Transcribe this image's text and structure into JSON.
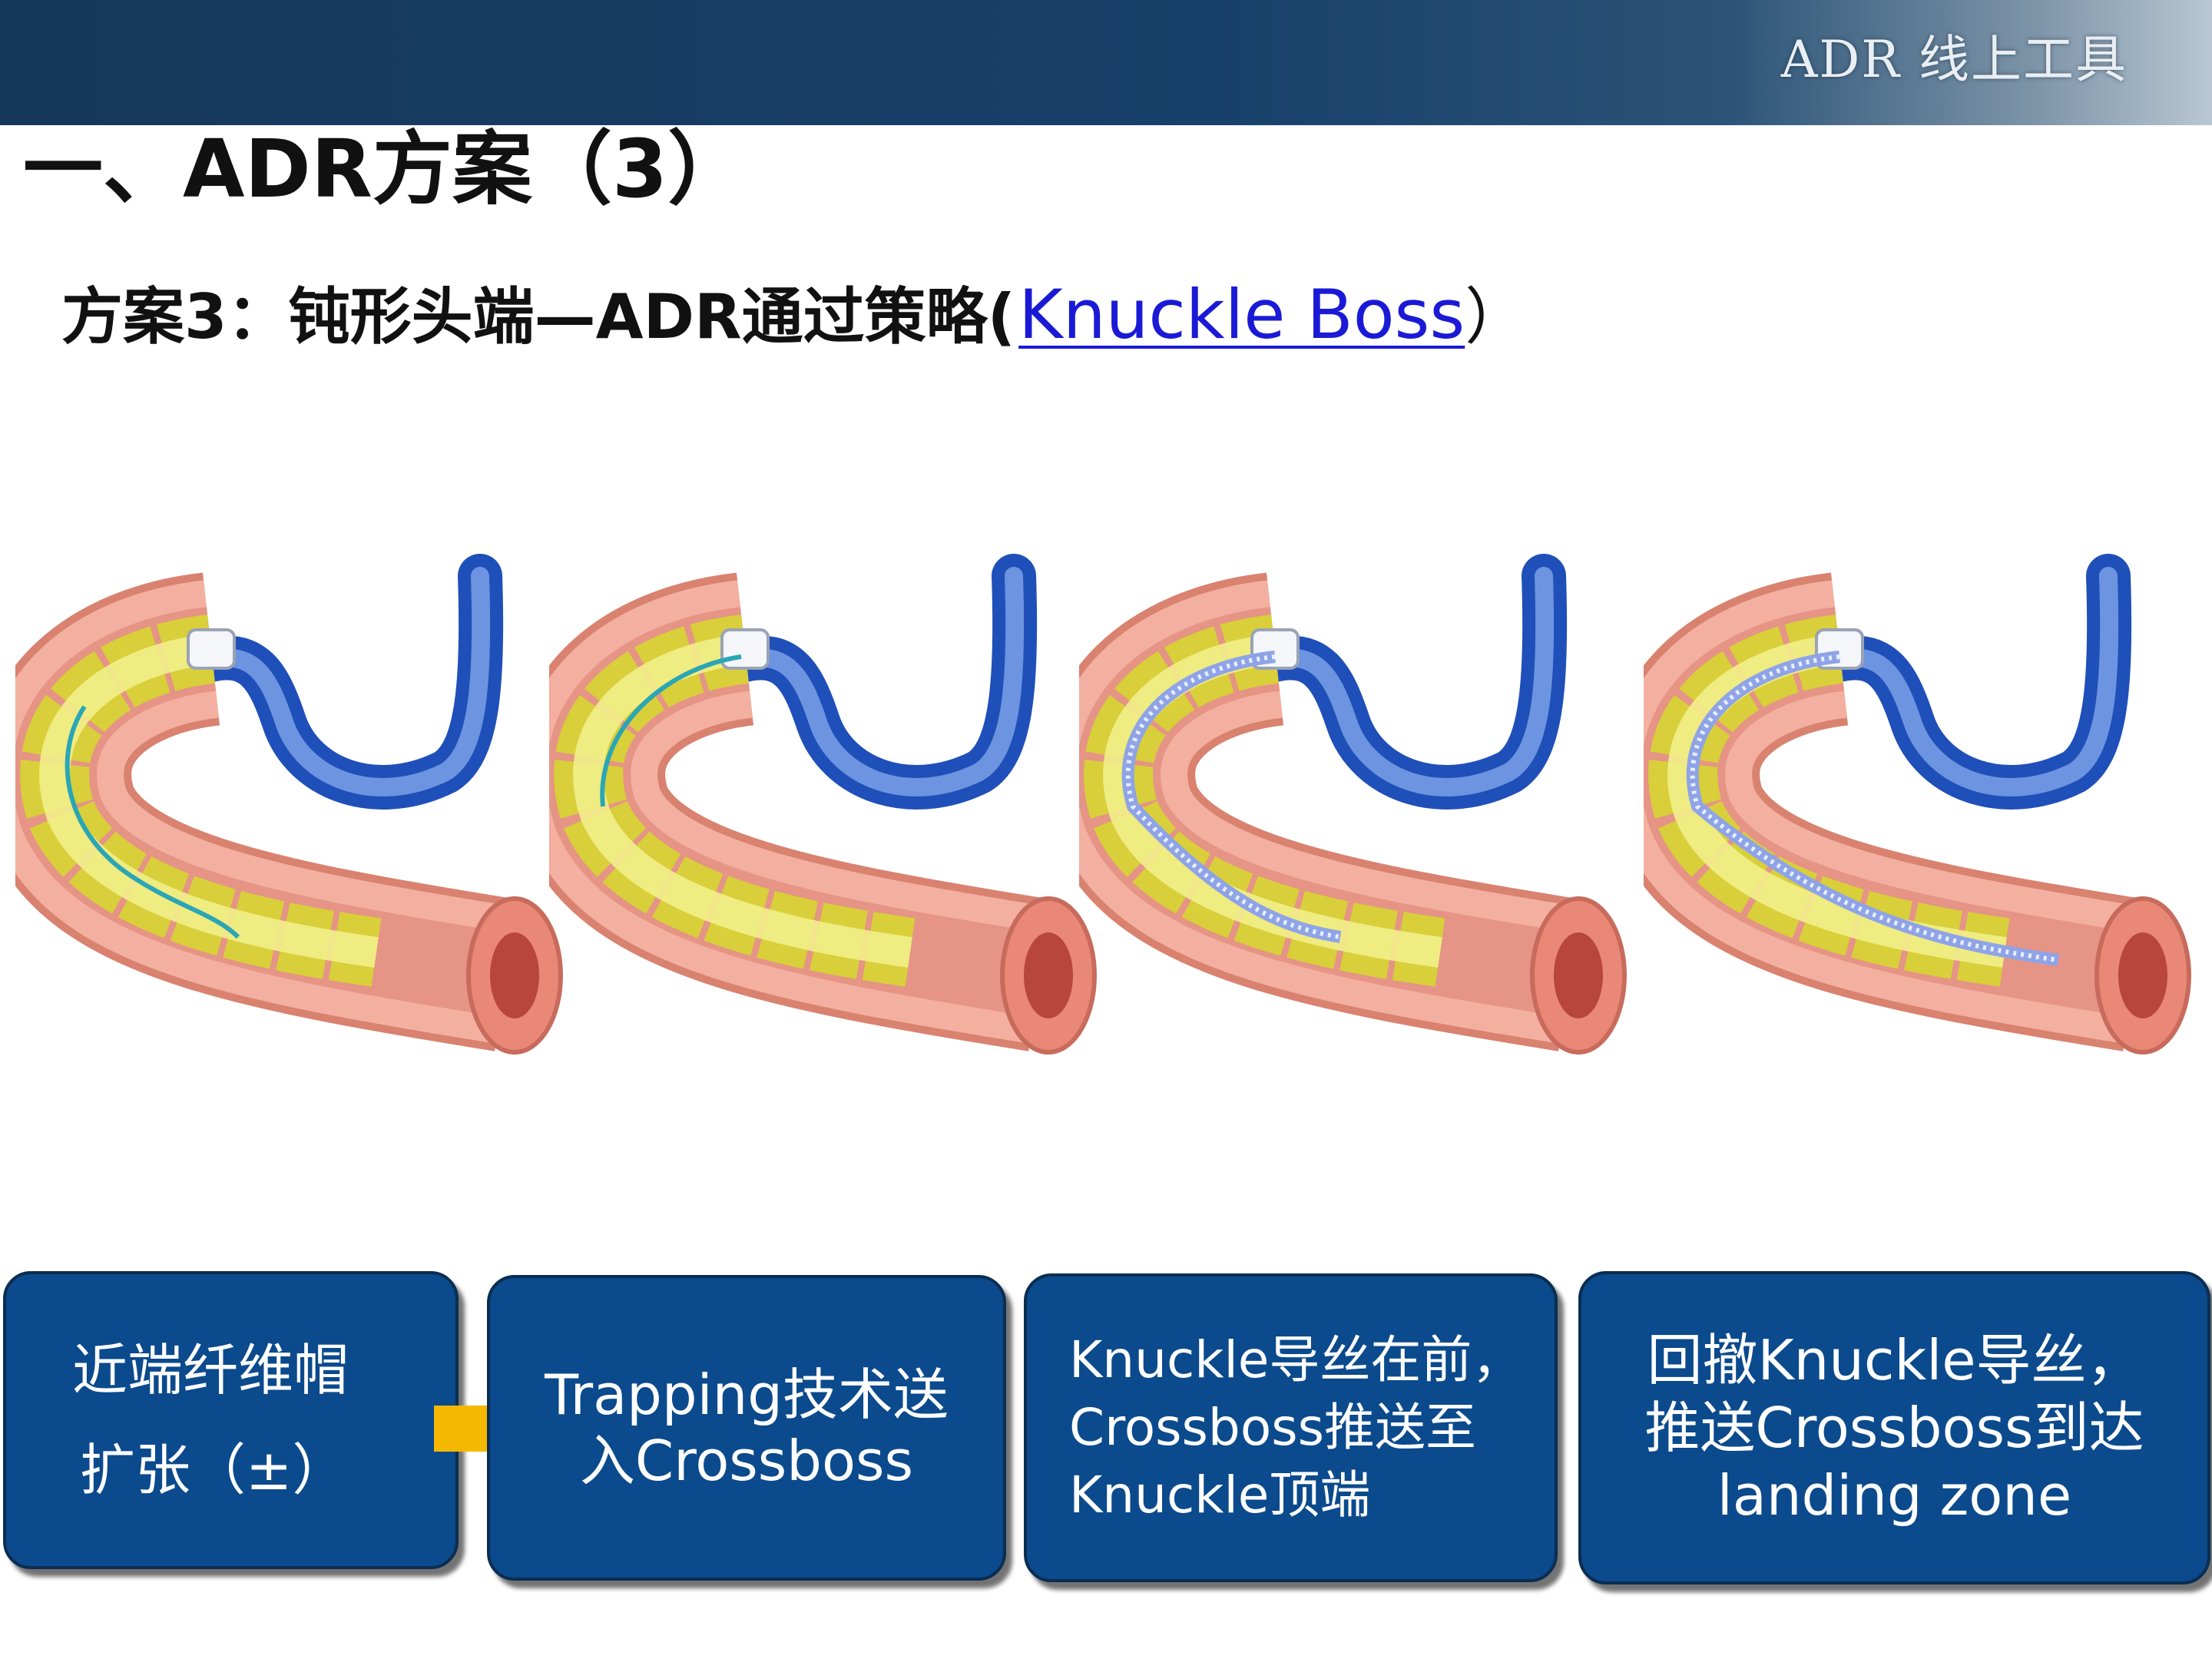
{
  "header": {
    "tag": "ADR 线上工具"
  },
  "title": "一、ADR方案（3）",
  "subtitle": {
    "prefix": "方案3：钝形头端—ADR通过策略(",
    "link": "Knuckle  Boss",
    "suffix": "）"
  },
  "steps": [
    {
      "lines": [
        "近端纤维帽",
        "扩张（±）"
      ]
    },
    {
      "lines": [
        "Trapping技术送",
        "入Crossboss"
      ]
    },
    {
      "lines": [
        "Knuckle导丝在前，",
        "Crossboss推送至",
        "Knuckle顶端"
      ]
    },
    {
      "lines": [
        "回撤Knuckle导丝，",
        "推送Crossboss到达",
        "landing zone"
      ]
    }
  ],
  "colors": {
    "header": "#17406a",
    "step_box": "#0b4a8c",
    "arrow": "#f5b800",
    "link": "#1a1ad6"
  },
  "icons": [
    "right-arrow-icon"
  ]
}
